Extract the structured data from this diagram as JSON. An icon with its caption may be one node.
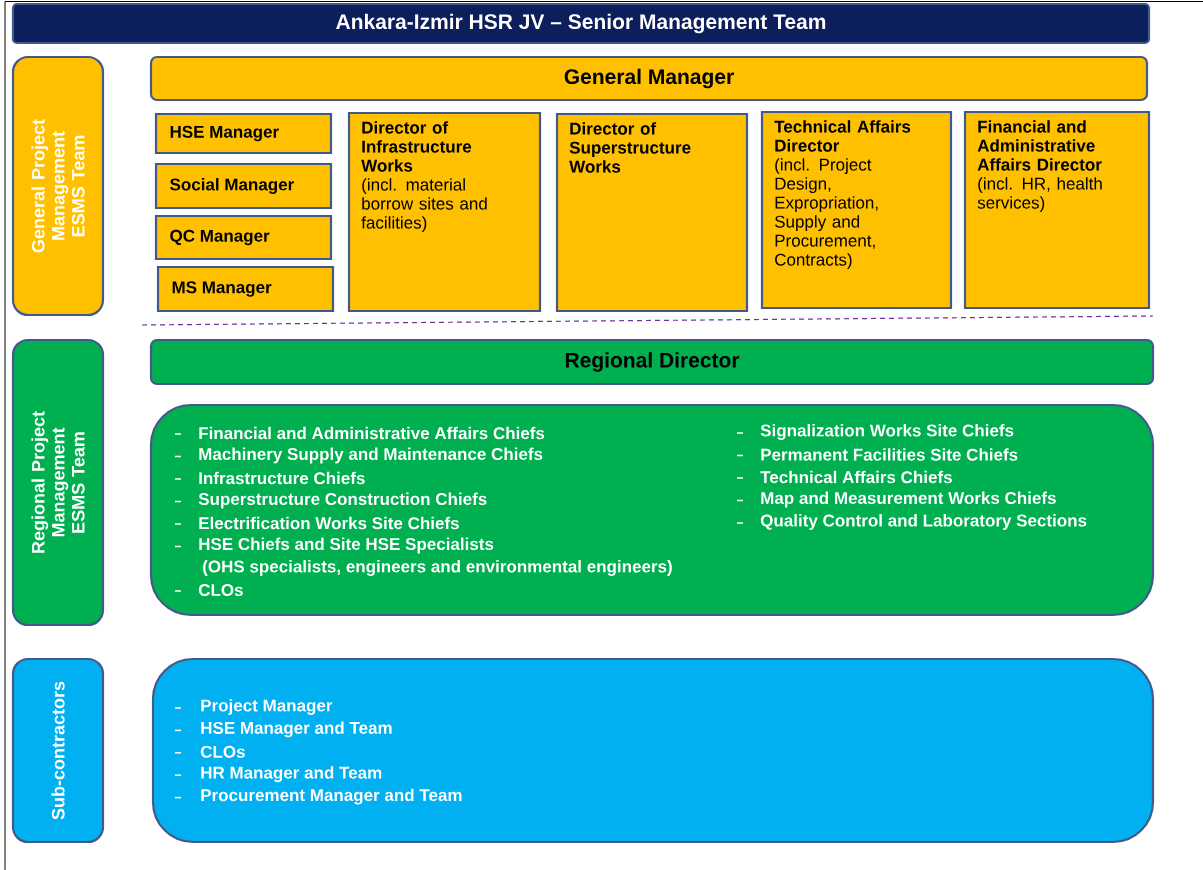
{
  "diagram": {
    "nodes": [
      {
        "text": [
          "Ankara-Izmir HSR JV – Senior Management Team"
        ]
      },
      {
        "text": [
          "General Project Management ESMS Team"
        ]
      },
      {
        "text": [
          "General Manager"
        ]
      },
      {
        "text": [
          "HSE Manager"
        ]
      },
      {
        "text": [
          "Social Manager"
        ]
      },
      {
        "text": [
          "QC Manager"
        ]
      },
      {
        "text": [
          "MS Manager"
        ]
      },
      {
        "text": [
          "Director of Infrastructure Works",
          "(incl. material borrow sites and facilities)"
        ]
      },
      {
        "text": [
          "Director of Superstructure Works"
        ]
      },
      {
        "text": [
          "Technical Affairs Director",
          "(incl. Project Design, Expropriation, Supply  and Procurement, Contracts)"
        ]
      },
      {
        "text": [
          "Financial and Administrative Affairs Director",
          "(incl. HR, health services)"
        ]
      },
      {
        "text": [
          "Regional Project Management ESMS Team"
        ]
      },
      {
        "text": [
          "Regional Director"
        ]
      },
      {
        "text": [
          "Financial and Administrative Affairs Chiefs",
          "Machinery Supply and Maintenance Chiefs",
          "Infrastructure Chiefs",
          "Superstructure Construction Chiefs",
          "Electrification Works Site Chiefs",
          "HSE Chiefs and Site HSE Specialists",
          "(OHS specialists, engineers and environmental engineers)",
          "CLOs",
          "Signalization Works Site Chiefs",
          "Permanent Facilities Site Chiefs",
          "Technical Affairs Chiefs",
          "Map and Measurement Works Chiefs",
          "Quality Control and Laboratory Sections"
        ]
      },
      {
        "text": [
          "Sub-contractors"
        ]
      },
      {
        "text": [
          "Project Manager",
          "HSE Manager and Team",
          "CLOs",
          "HR Manager and Team",
          "Procurement Manager and Team"
        ]
      }
    ]
  }
}
